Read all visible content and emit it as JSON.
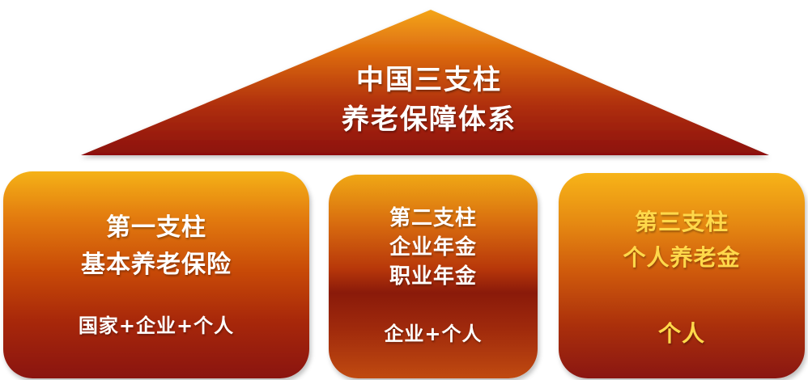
{
  "roof": {
    "line1": "中国三支柱",
    "line2": "养老保障体系",
    "colors": {
      "top": "#f4a516",
      "bottom": "#8c1010"
    }
  },
  "pillars": [
    {
      "title": "第一支柱",
      "subtitle": "基本养老保险",
      "contributors": "国家+企业+个人",
      "text_color": "#ffffff"
    },
    {
      "title": "第二支柱",
      "lines": [
        "企业年金",
        "职业年金"
      ],
      "contributors": "企业+个人",
      "text_color": "#ffffff"
    },
    {
      "title": "第三支柱",
      "subtitle": "个人养老金",
      "contributors": "个人",
      "text_color": "#ffd84a"
    }
  ]
}
